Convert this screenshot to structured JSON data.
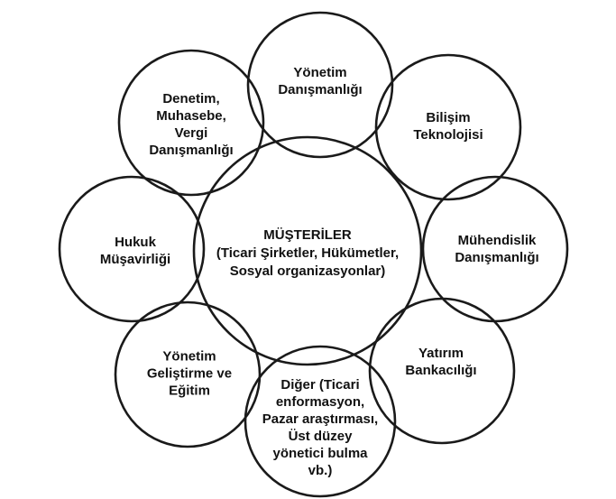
{
  "diagram": {
    "center": {
      "lines": [
        "MÜŞTERİLER",
        "(Ticari Şirketler, Hükümetler,",
        "Sosyal organizasyonlar)"
      ]
    },
    "outer": [
      {
        "id": "yonetim-danismanligi",
        "lines": [
          "Yönetim",
          "Danışmanlığı"
        ]
      },
      {
        "id": "bilisim-teknolojisi",
        "lines": [
          "Bilişim",
          "Teknolojisi"
        ]
      },
      {
        "id": "muhendislik-danismanligi",
        "lines": [
          "Mühendislik",
          "Danışmanlığı"
        ]
      },
      {
        "id": "yatirim-bankaciligi",
        "lines": [
          "Yatırım",
          "Bankacılığı"
        ]
      },
      {
        "id": "diger",
        "lines": [
          "Diğer (Ticari",
          "enformasyon,",
          "Pazar araştırması,",
          "Üst düzey",
          "yönetici bulma",
          "vb.)"
        ]
      },
      {
        "id": "yonetim-gelistirme-egitim",
        "lines": [
          "Yönetim",
          "Geliştirme ve",
          "Eğitim"
        ]
      },
      {
        "id": "hukuk-musavirligi",
        "lines": [
          "Hukuk",
          "Müşavirliği"
        ]
      },
      {
        "id": "denetim-muhasebe-vergi",
        "lines": [
          "Denetim,",
          "Muhasebe,",
          "Vergi",
          "Danışmanlığı"
        ]
      }
    ]
  }
}
